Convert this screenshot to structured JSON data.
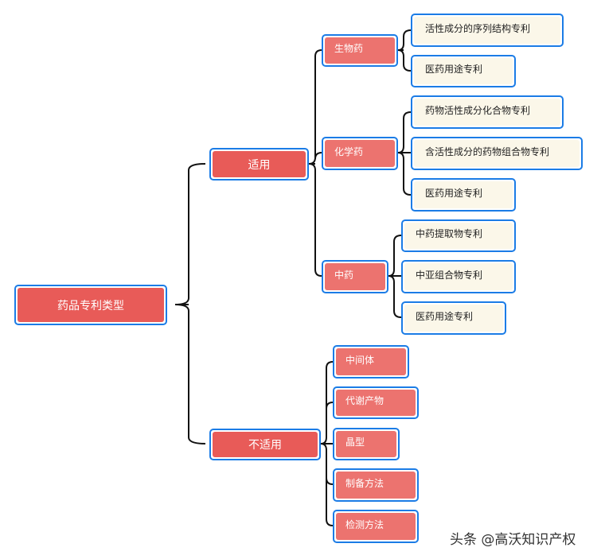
{
  "root": "药品专利类型",
  "branches": {
    "applicable": {
      "label": "适用",
      "biologic": {
        "label": "生物药",
        "items": [
          "活性成分的序列结构专利",
          "医药用途专利"
        ]
      },
      "chemical": {
        "label": "化学药",
        "items": [
          "药物活性成分化合物专利",
          "含活性成分的药物组合物专利",
          "医药用途专利"
        ]
      },
      "tcm": {
        "label": "中药",
        "items": [
          "中药提取物专利",
          "中亚组合物专利",
          "医药用途专利"
        ]
      }
    },
    "not_applicable": {
      "label": "不适用",
      "items": [
        "中间体",
        "代谢产物",
        "晶型",
        "制备方法",
        "检测方法"
      ]
    }
  },
  "watermark": "头条 @高沃知识产权",
  "colors": {
    "border": "#1b7ce6",
    "main": "#e85b58",
    "sub": "#ec736f",
    "leaf": "#fbf7e9"
  }
}
